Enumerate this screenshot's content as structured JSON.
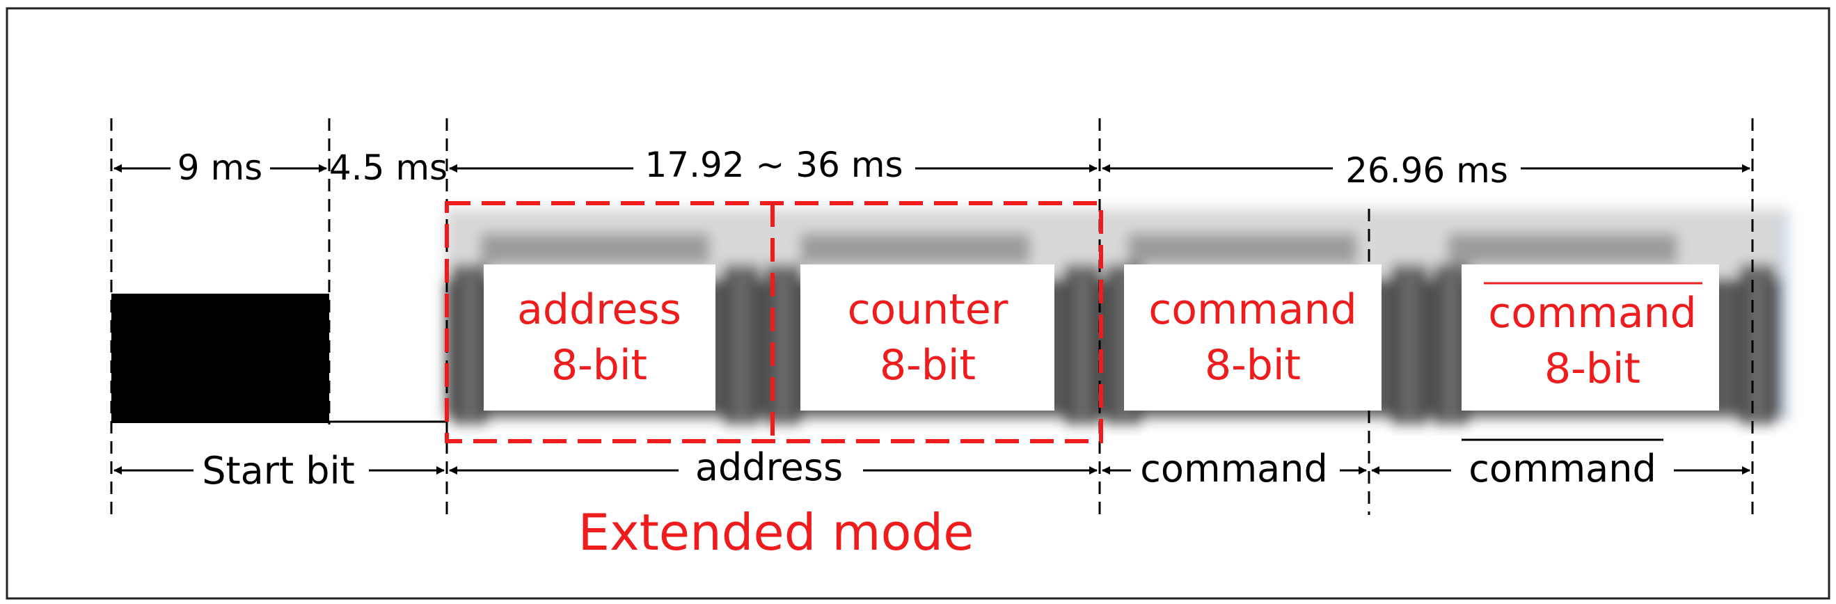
{
  "timing": {
    "leader_pulse": "9 ms",
    "leader_space": "4.5 ms",
    "address_counter": "17.92 ~ 36 ms",
    "command_total": "26.96 ms"
  },
  "fields": {
    "address": {
      "name": "address",
      "bits": "8-bit"
    },
    "counter": {
      "name": "counter",
      "bits": "8-bit"
    },
    "command": {
      "name": "command",
      "bits": "8-bit"
    },
    "command_inverted": {
      "name": "command",
      "bits": "8-bit",
      "overlined": true
    }
  },
  "bottom": {
    "start_bit": "Start bit",
    "address": "address",
    "command": "command",
    "command_inverted": "command"
  },
  "caption": "Extended mode",
  "colors": {
    "accent_red": "#ee1c1c",
    "ink": "#000000",
    "frame": "#222222"
  }
}
